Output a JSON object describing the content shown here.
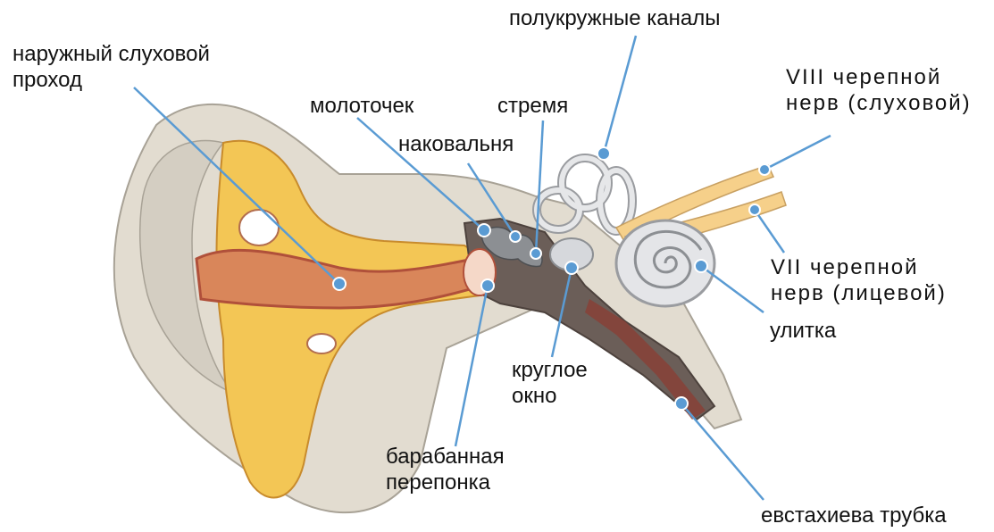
{
  "labels": {
    "ear_canal": [
      "наружный слуховой",
      "проход"
    ],
    "semicircular_canals": "полукружные каналы",
    "malleus": "молоточек",
    "stapes": "стремя",
    "incus": "наковальня",
    "cranial_nerve_8": [
      "VIII  черепной",
      "нерв (слуховой)"
    ],
    "cranial_nerve_7": [
      "VII  черепной",
      "нерв (лицевой)"
    ],
    "cochlea": "улитка",
    "round_window": [
      "круглое",
      "окно"
    ],
    "eardrum": [
      "барабанная",
      "перепонка"
    ],
    "eustachian_tube": "евстахиева трубка"
  },
  "colors": {
    "skin": "#e2dcd0",
    "skin_edge": "#a8a296",
    "cartilage": "#f3c655",
    "canal": "#d9865a",
    "canal_edge": "#b0503a",
    "cavity": "#6b5e58",
    "bone": "#d6d8dc",
    "nerve": "#f6d08a",
    "leader_line": "#5a9bd3",
    "leader_dot": "#5a9bd3"
  }
}
